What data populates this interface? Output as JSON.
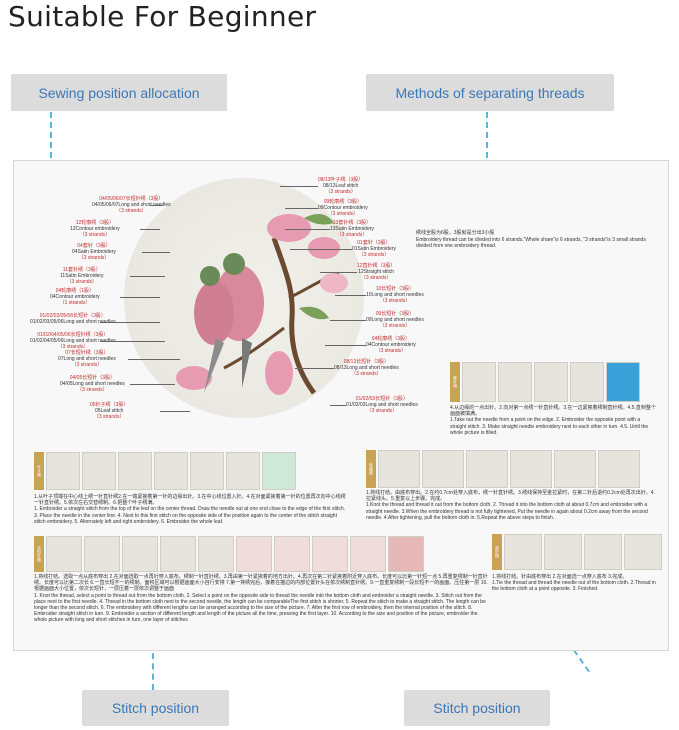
{
  "headline": "Suitable For Beginner",
  "callouts": {
    "sewing": "Sewing position allocation",
    "methods": "Methods of separating threads",
    "stitch_left": "Stitch position",
    "stitch_right": "Stitch position"
  },
  "colors": {
    "callout_bg": "#dcdcdc",
    "callout_text": "#3a78b8",
    "dash": "#5bb4dc",
    "label_red": "#c03030",
    "tag_gold": "#c8a255"
  },
  "labels": [
    {
      "num": "04/05/06/07长短针绣（3股）",
      "name": "04/05/06/07Long and short needles",
      "str": "（3 strands）"
    },
    {
      "num": "12轮廓绣（3股）",
      "name": "12Contour embroidery",
      "str": "（3 strands）"
    },
    {
      "num": "04套针（3股）",
      "name": "04Satin Embroidery",
      "str": "（3 strands）"
    },
    {
      "num": "11套针绣（3股）",
      "name": "11Satin Embroidery",
      "str": "（3 strands）"
    },
    {
      "num": "04轮廓绣（1股）",
      "name": "04Contour embroidery",
      "str": "（1 strands）"
    },
    {
      "num": "01/02/03/05/06长短针（3股）",
      "name": "01/02/03/05/06Long and short needles",
      "str": ""
    },
    {
      "num": "01/02/04/05/06长短针绣（3股）",
      "name": "01/02/04/05/06Long and short needles",
      "str": "（3 strands）"
    },
    {
      "num": "07长短针绣（3股）",
      "name": "07Long and short needles",
      "str": "（3 strands）"
    },
    {
      "num": "04/05长短针（3股）",
      "name": "04/05Long and short needles",
      "str": "（3 strands）"
    },
    {
      "num": "05针子绣（3股）",
      "name": "05Leaf stitch",
      "str": "（3 strands）"
    },
    {
      "num": "08/13叶子绣（3股）",
      "name": "08/13Leaf stitch",
      "str": "（3 strands）"
    },
    {
      "num": "09轮廓绣（3股）",
      "name": "09Contour embroidery",
      "str": "（3 strands）"
    },
    {
      "num": "13套针绣（3股）",
      "name": "13Satin Embroidery",
      "str": "（3 strands）"
    },
    {
      "num": "01套针（3股）",
      "name": "01Satin Embroidery",
      "str": "（3 strands）"
    },
    {
      "num": "12直针绣（3股）",
      "name": "12Straight stitch",
      "str": "（3 strands）"
    },
    {
      "num": "10长短针（3股）",
      "name": "10Long and short needles",
      "str": "（3 strands）"
    },
    {
      "num": "09长短针（3股）",
      "name": "09Long and short needles",
      "str": "（3 strands）"
    },
    {
      "num": "04轮廓绣（3股）",
      "name": "04Contour embroidery",
      "str": "（3 strands）"
    },
    {
      "num": "08/13长短针（3股）",
      "name": "08/13Long and short needles",
      "str": "（3 strands）"
    },
    {
      "num": "01/02/03长短针（3股）",
      "name": "01/02/03Long and short needles",
      "str": "（3 strands）"
    }
  ],
  "thread_note": {
    "cn": "绣线全股为6股，3股就是分出3小股",
    "en": "Embroidery thread can be divided into 6 strands.“Whole share”is 6 strands, “3 strands”is 3 small strands divided from one embroidery thread."
  },
  "satin_text": {
    "cn": "4.从边缘的一点出针。2.向对第一点绣一针直针绣。3.在一边紧挨着绣制直针绣。4.5.直到整个画面被填满。",
    "en": "1.Take out the needle from a point on the edge. 2. Embroider the opposite point with a straight stitch. 3. Make straight needle embroidery next to each other in turn. 4.5. Until the whole picture is filled."
  },
  "leaf_text": {
    "cn": "1.从叶子顶端在中心线上绣一针直针绣2.在一端紧挨着第一针的边缘出针。3.在中心线位置入针。4.在对面紧挨着第一针的位置再次向中心线绣一针直针绣。5.依次左右交替绣制。6.把整个叶子绣满。",
    "en": "1. Embroider a straight stitch from the top of the leaf on the center thread. Draw the needle out at one end close to the edge of the first stitch. 3. Place the needle in the center line. 4. Next to this first stitch on the opposite side of the position again to the center of the stitch straight stitch embroidery. 5. Alternately left and right embroidery. 6. Embroider the whole leaf."
  },
  "contour_text": {
    "cn": "1.将线打结。由底布穿出。2.在约0.7cm处穿入底布，绣一针直针绣。3.绣线保持至金拉紧时，在第二针后退约0.2cm处再次出针。4.拉紧线头。5.重复以上步骤。完成。",
    "en": "1.Knot the thread and thread it out from the bottom cloth. 2. Thread it into the bottom cloth at about 0.7cm and embroider with a straight needle. 3.When the embroidery thread is not fully tightened, Put the needle in again about 0.2cm away from the second needle. 4.After tightening, pull the bottom cloth in. 5.Repeat the above steps to finish."
  },
  "longshort_text": {
    "cn": "1.将线打结。选取一点从底布穿出 2.在对面选取一点再针穿入底布。绣制一针直针绣。3.再由第一针紧挨着的地方出针。4.再次在第二针紧挨着附近穿入底布。长度可以比第一针短一点 5.再重复绣制一针直针绣。长度可以比第二次长 6.一直长短不一的绣制。面积区域可以根据画面大小自行安排 7.第一排绣完后，接着在描边的内部位置针头在依次绣制直针绣。9.一直重复绣制一段长短不一的画面。压住第一层 10.根据画面大小位置，依次长短针，一层压着一层依次调整于画面",
    "en": "1. Knot the thread, select a point to thread out from the bottom cloth. 2. Select a point on the opposite side to thread the needle into the bottom cloth and embroider a straight needle. 3. Stitch out from the place next to the first needle. 4. Thread in the bottom cloth next to the second needle, the length can be comparableThe first stitch is shorter. 5. Repeat the stitch to make a straight stitch. The length can be longer than the second stitch. 6. The embroidery with different lengths can be arranged according to the size of the picture. 7. After the first row of embroidery, then the internal position of the stitch. 8. Embroider straight stitch in turn. 9. Embroider a section of different length and length of the picture all the time, pressing the first layer. 10. According to the size and position of the picture, embroider the whole picture with long and short stitches in turn, one layer of stitches"
  },
  "straight_text": {
    "cn": "1.将线打结。针由底布穿出 2.在对面选一点穿入底布 3.完成。",
    "en": "1.Tie the thread and thread the needle out of the bottom cloth. 2.Thread in the bottom cloth at a point opposite. 3. Finished."
  },
  "tags": {
    "satin": "套针绣",
    "leaf": "叶子绣",
    "contour": "轮廓绣",
    "longshort": "长短针绣",
    "straight": "直针绣"
  }
}
